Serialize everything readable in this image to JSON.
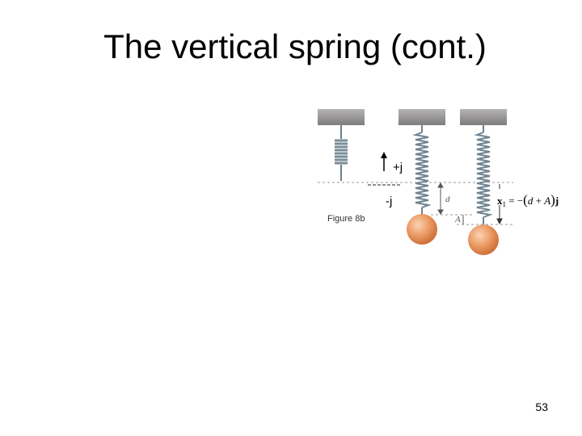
{
  "slide": {
    "title": "The vertical spring (cont.)",
    "page_number": "53"
  },
  "figure": {
    "caption": "Figure 8b",
    "plus_j_label": "+j",
    "minus_j_label": "-j",
    "d_label": "d",
    "A_label": "A",
    "equation": {
      "lhs": "x",
      "subscript": "1",
      "equals": " = −",
      "open_paren": "(",
      "d": "d",
      "plus": " + ",
      "A": "A",
      "close_paren": ")",
      "unit": "j"
    },
    "colors": {
      "ceiling": "#8f8e8f",
      "spring": "#6b7f8c",
      "mass": "#e58a55",
      "arrow": "#000000"
    }
  }
}
